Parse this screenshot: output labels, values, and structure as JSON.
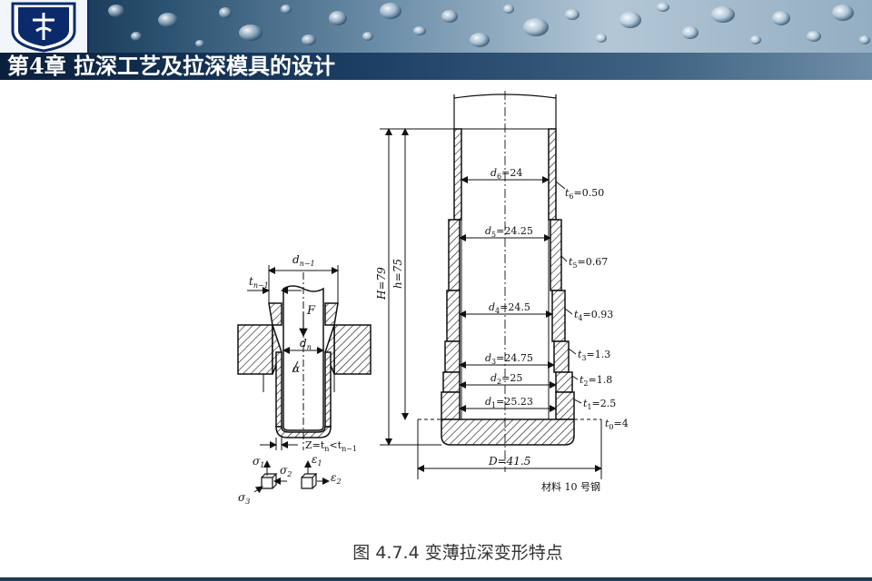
{
  "header": {
    "chapter_title": "第4章 拉深工艺及拉深模具的设计"
  },
  "figure": {
    "caption": "图 4.7.4 变薄拉深变形特点",
    "left_diagram": {
      "d_prev": "d",
      "d_prev_sub": "n−1",
      "t_prev": "t",
      "t_prev_sub": "n−1",
      "force": "F",
      "d_n": "d",
      "d_n_sub": "n",
      "alpha": "α",
      "gap": "Z=t",
      "gap_sub1": "n",
      "gap_mid": "<t",
      "gap_sub2": "n−1",
      "sigma1": "σ",
      "sigma1_sub": "1",
      "sigma2": "σ",
      "sigma2_sub": "2",
      "sigma3": "σ",
      "sigma3_sub": "3",
      "eps1": "ε",
      "eps1_sub": "1",
      "eps2": "ε",
      "eps2_sub": "2"
    },
    "right_diagram": {
      "H": "H=79",
      "h": "h=75",
      "D": "D=41.5",
      "material": "材料 10 号钢",
      "diameters": [
        {
          "sym": "d",
          "sub": "6",
          "val": "=24"
        },
        {
          "sym": "d",
          "sub": "5",
          "val": "=24.25"
        },
        {
          "sym": "d",
          "sub": "4",
          "val": "=24.5"
        },
        {
          "sym": "d",
          "sub": "3",
          "val": "=24.75"
        },
        {
          "sym": "d",
          "sub": "2",
          "val": "=25"
        },
        {
          "sym": "d",
          "sub": "1",
          "val": "=25.23"
        }
      ],
      "thicknesses": [
        {
          "sym": "t",
          "sub": "6",
          "val": "=0.50"
        },
        {
          "sym": "t",
          "sub": "5",
          "val": "=0.67"
        },
        {
          "sym": "t",
          "sub": "4",
          "val": "=0.93"
        },
        {
          "sym": "t",
          "sub": "3",
          "val": "=1.3"
        },
        {
          "sym": "t",
          "sub": "2",
          "val": "=1.8"
        },
        {
          "sym": "t",
          "sub": "1",
          "val": "=2.5"
        },
        {
          "sym": "t",
          "sub": "0",
          "val": "=4"
        }
      ]
    }
  }
}
